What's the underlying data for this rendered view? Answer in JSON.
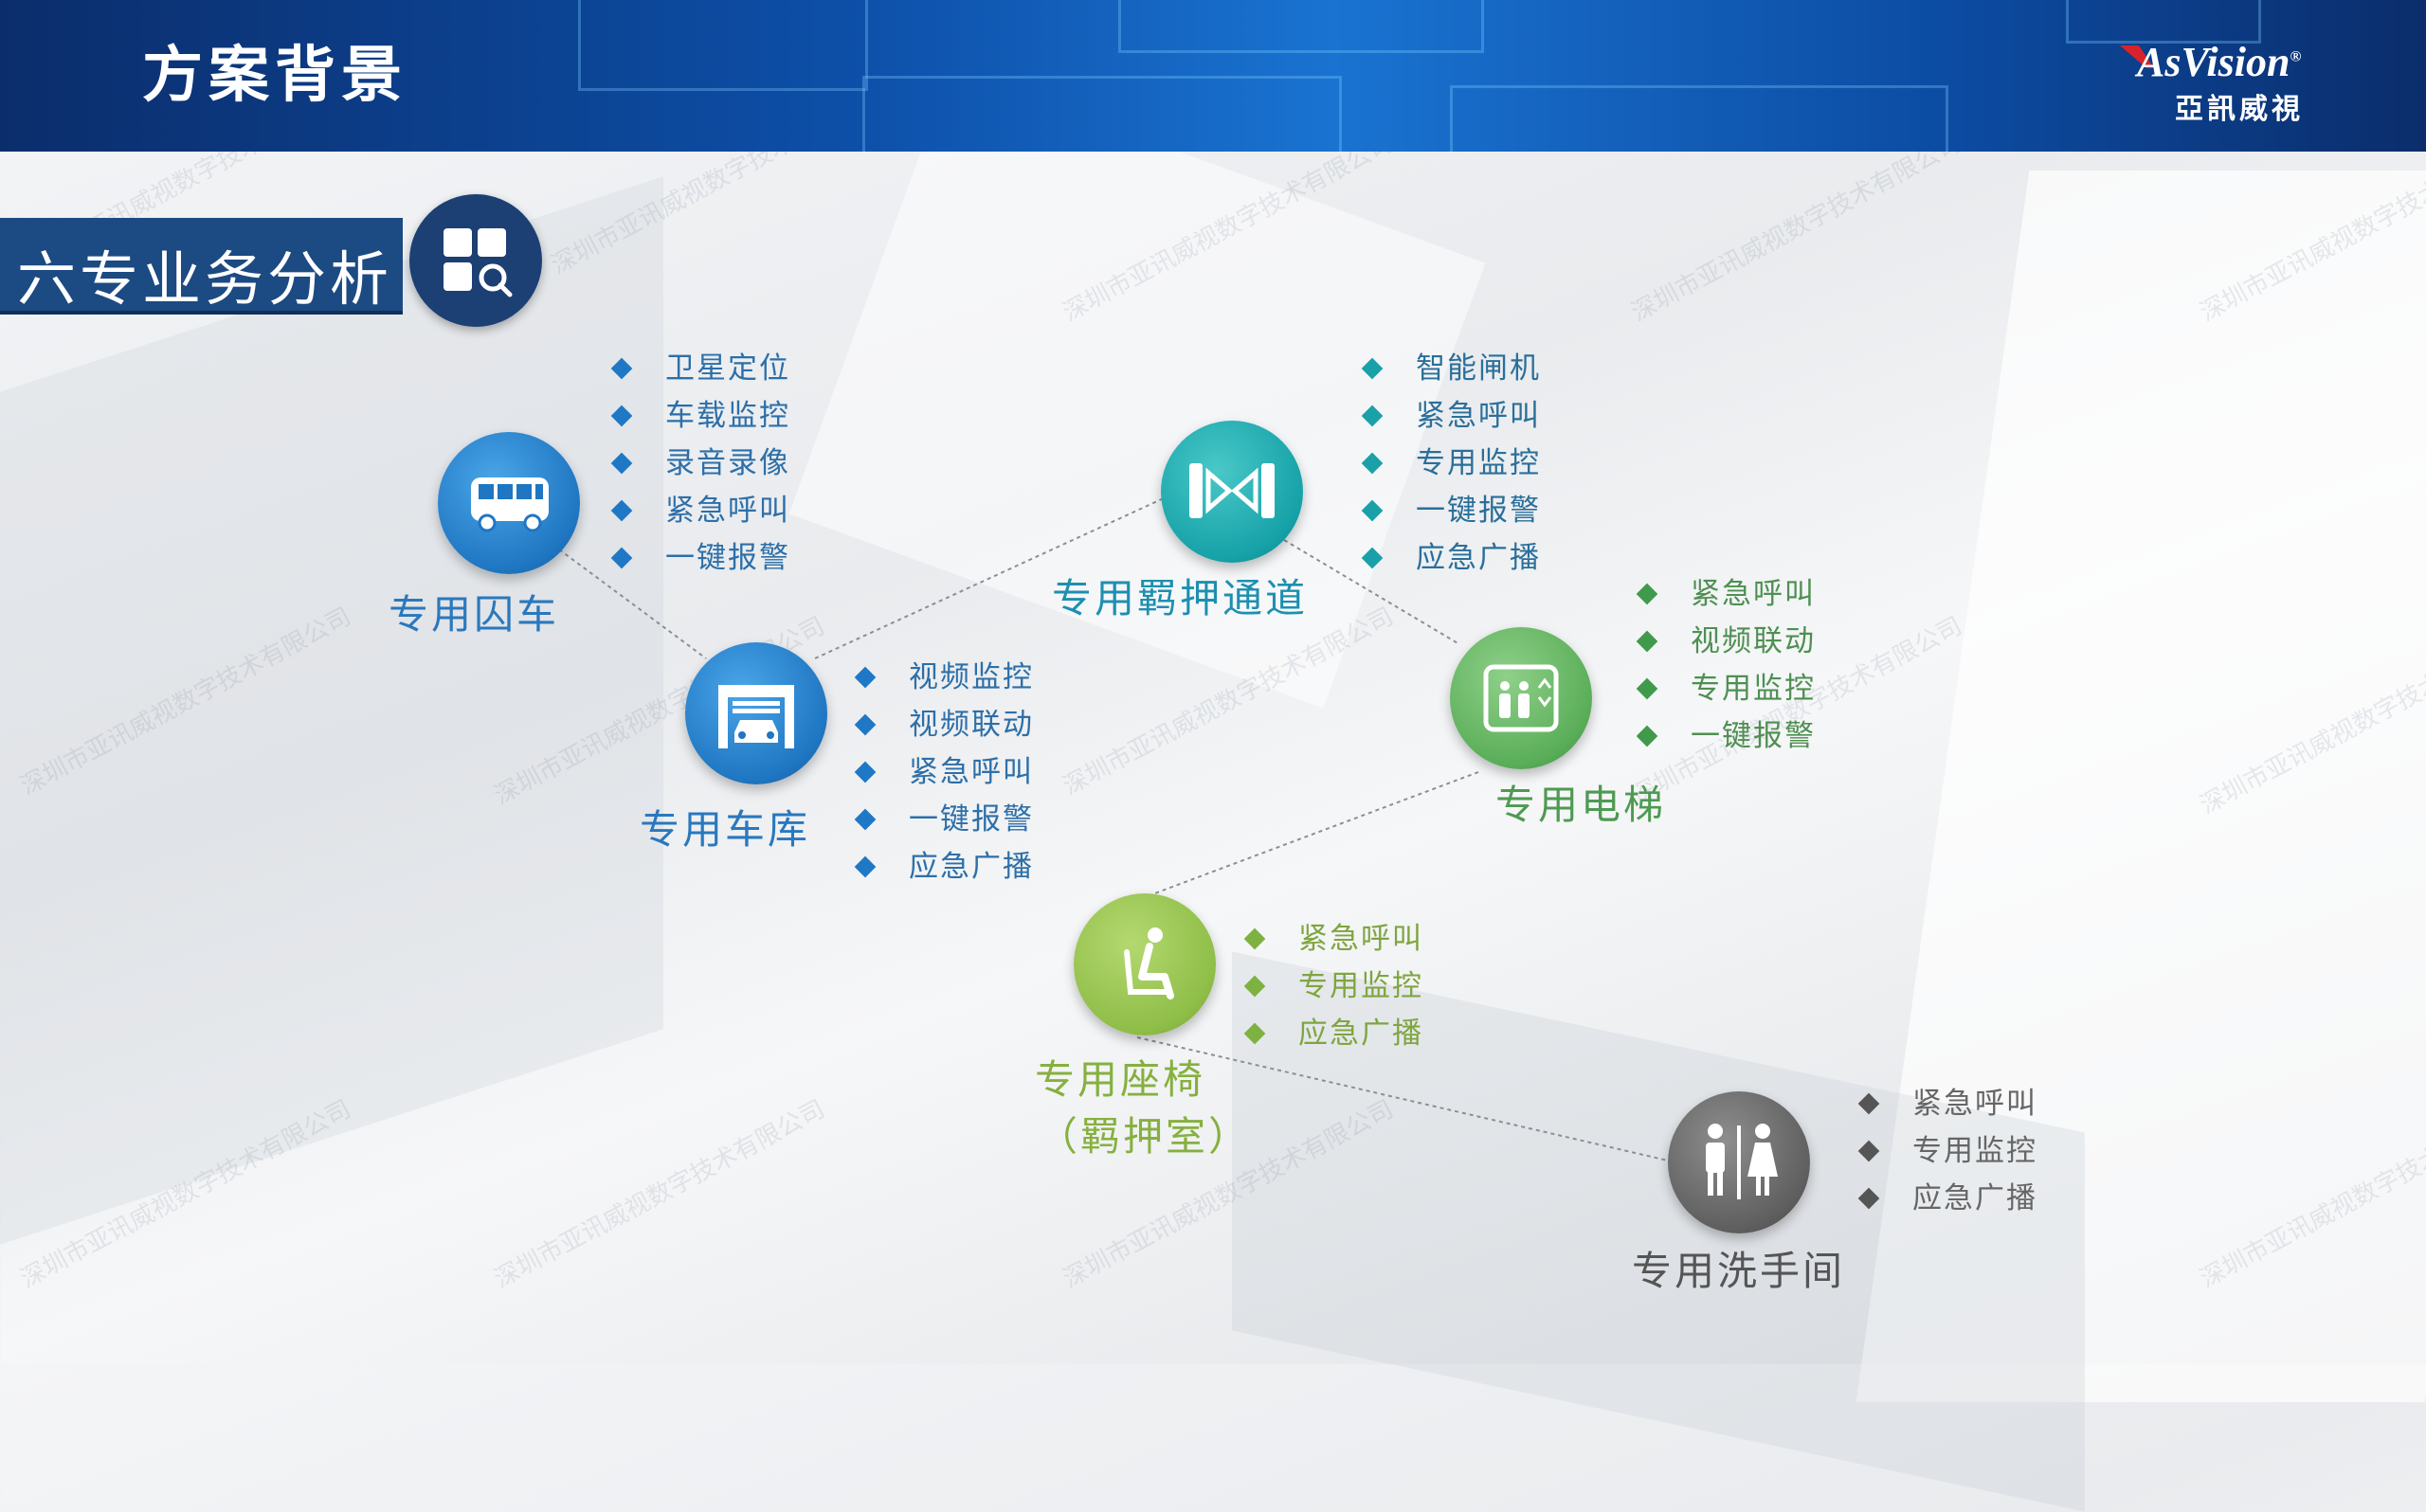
{
  "header": {
    "title": "方案背景"
  },
  "logo": {
    "brand": "AsVision",
    "registered": "®",
    "sub": "亞訊威視"
  },
  "section": {
    "title": "六专业务分析"
  },
  "watermark": "深圳市亚讯威视数字技术有限公司",
  "colors": {
    "header_dark": "#0b2d6b",
    "header_light": "#1a73d1",
    "blue": "#1f76c2",
    "teal": "#16a2a8",
    "green": "#5aae58",
    "lime": "#8fbe48",
    "gray": "#5f5f5f"
  },
  "nodes": {
    "van": {
      "label": "专用囚车",
      "icon": "bus-icon",
      "items": [
        "卫星定位",
        "车载监控",
        "录音录像",
        "紧急呼叫",
        "一键报警"
      ]
    },
    "garage": {
      "label": "专用车库",
      "icon": "garage-car-icon",
      "items": [
        "视频监控",
        "视频联动",
        "紧急呼叫",
        "一键报警",
        "应急广播"
      ]
    },
    "channel": {
      "label": "专用羁押通道",
      "icon": "gate-icon",
      "items": [
        "智能闸机",
        "紧急呼叫",
        "专用监控",
        "一键报警",
        "应急广播"
      ]
    },
    "elevator": {
      "label": "专用电梯",
      "icon": "elevator-icon",
      "items": [
        "紧急呼叫",
        "视频联动",
        "专用监控",
        "一键报警"
      ]
    },
    "seat": {
      "label": "专用座椅",
      "label2": "（羁押室）",
      "icon": "seat-icon",
      "items": [
        "紧急呼叫",
        "专用监控",
        "应急广播"
      ]
    },
    "restroom": {
      "label": "专用洗手间",
      "icon": "restroom-icon",
      "items": [
        "紧急呼叫",
        "专用监控",
        "应急广播"
      ]
    }
  }
}
